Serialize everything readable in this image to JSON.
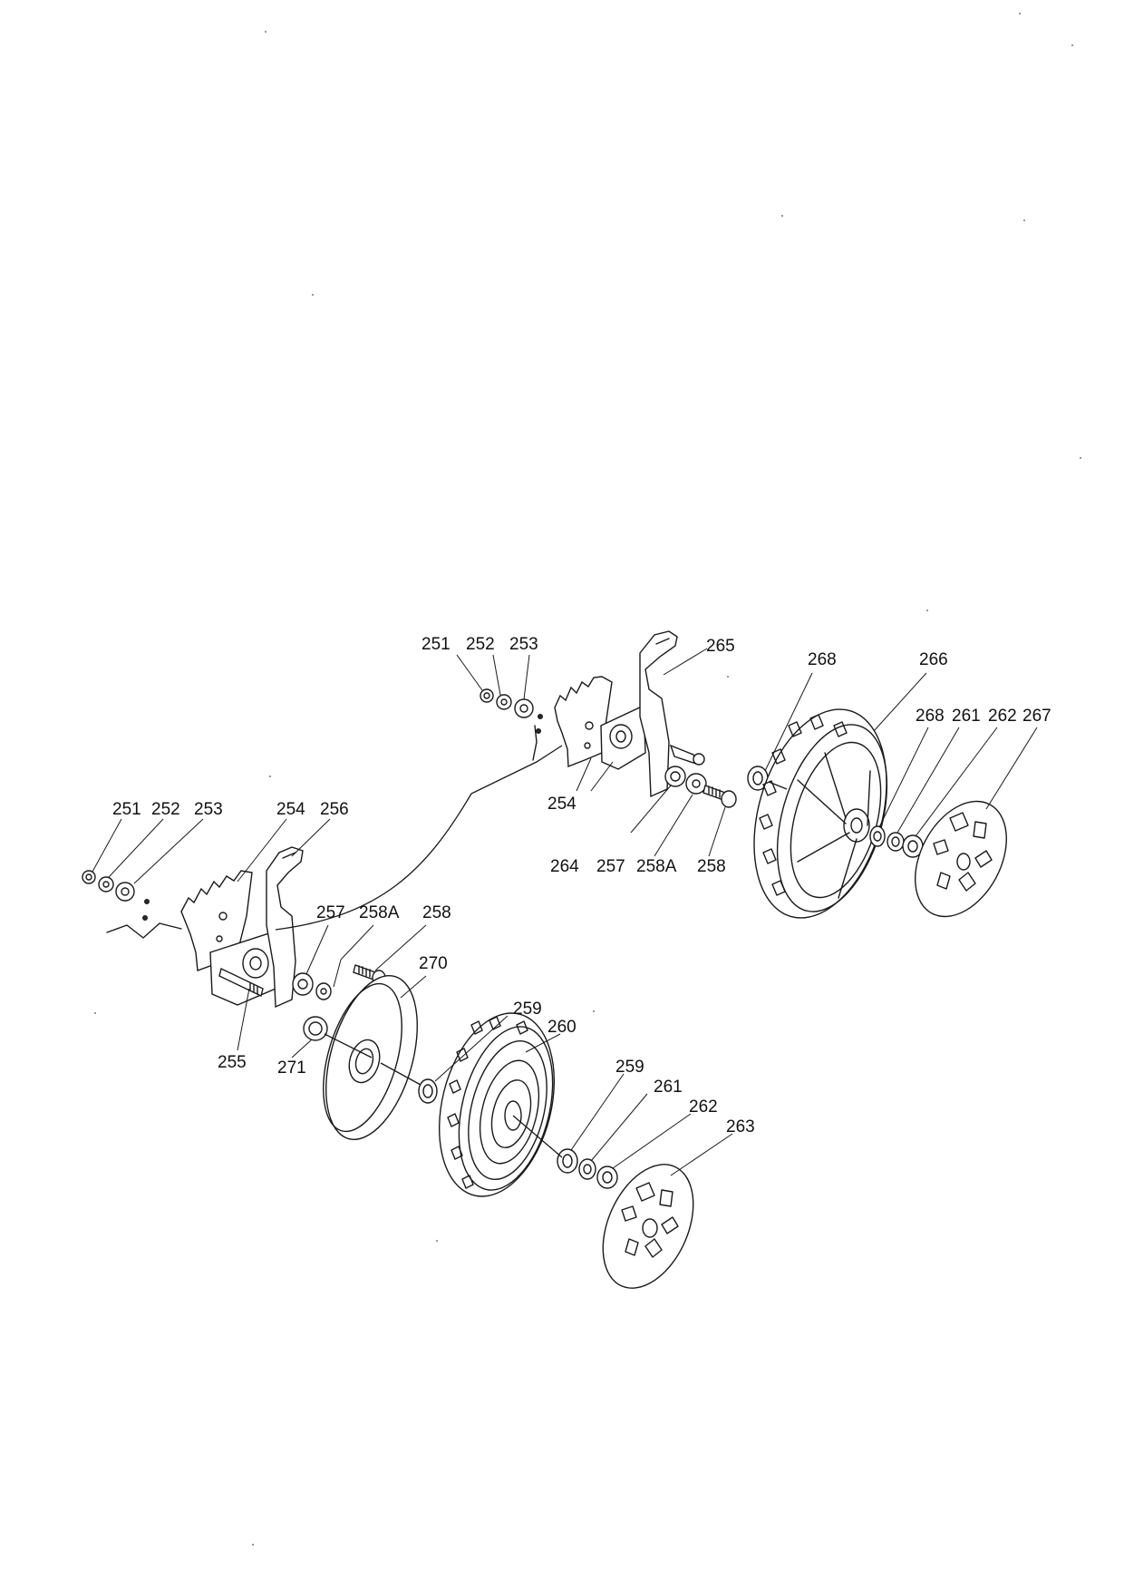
{
  "labels": {
    "a251": "251",
    "a252": "252",
    "a253": "253",
    "b251": "251",
    "b252": "252",
    "b253": "253",
    "u254": "254",
    "l254": "254",
    "l256": "256",
    "u265": "265",
    "u264": "264",
    "u257": "257",
    "u258A": "258A",
    "u258": "258",
    "l257": "257",
    "l258A": "258A",
    "l258": "258",
    "l255": "255",
    "l271": "271",
    "l270": "270",
    "l259a": "259",
    "l260": "260",
    "l259b": "259",
    "l261": "261",
    "l262": "262",
    "l263": "263",
    "r268a": "268",
    "r266": "266",
    "r268b": "268",
    "r261": "261",
    "r262": "262",
    "r267": "267"
  }
}
